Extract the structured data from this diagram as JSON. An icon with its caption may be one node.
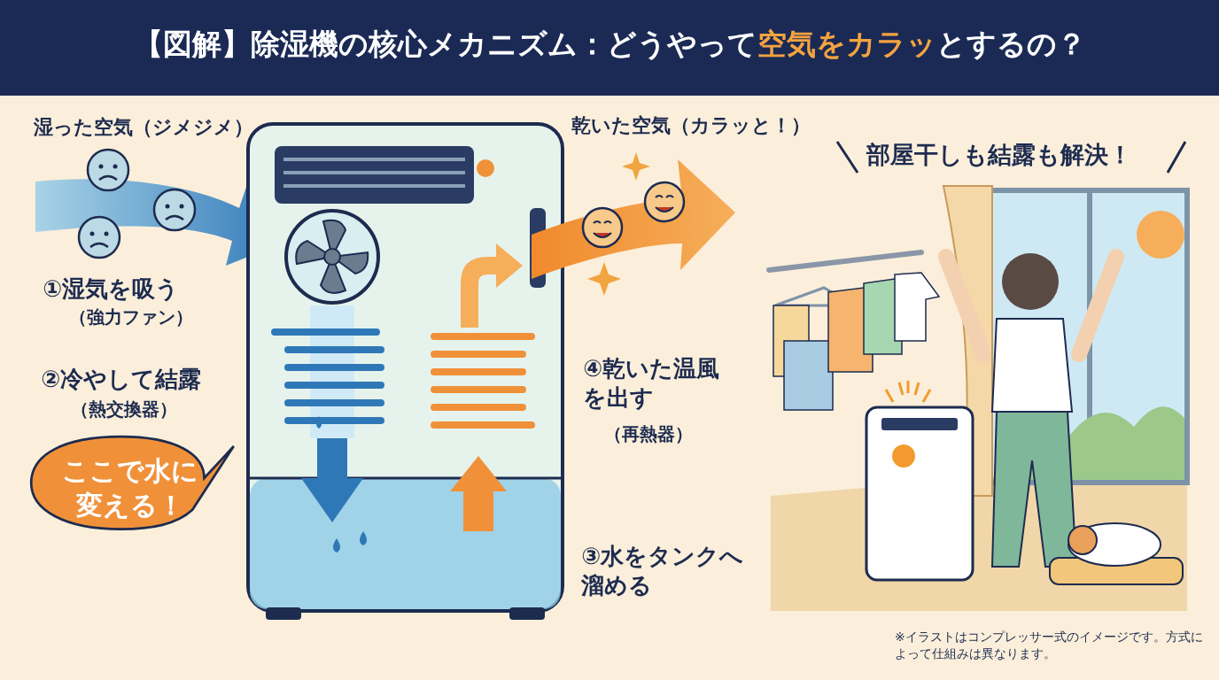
{
  "diagram": {
    "title": "【図解】除湿機の核心メカニズム：どうやって**空気をカラッ**とするの？",
    "nodes": [
      {
        "text": [
          "ここで水に変える！"
        ]
      }
    ],
    "labels": [
      "湿った空気（ジメジメ）",
      "乾いた空気（カラッと！）",
      "部屋干しも結露も解決！",
      "①湿気を吸う",
      "（強力ファン）",
      "②冷やして結露",
      "（熱交換器）",
      "④乾いた温風を出す",
      "（再熱器）",
      "③水をタンクへ溜める"
    ],
    "caption": "※イラストはコンプレッサー式のイメージです。方式によって仕組みは異なります。"
  }
}
